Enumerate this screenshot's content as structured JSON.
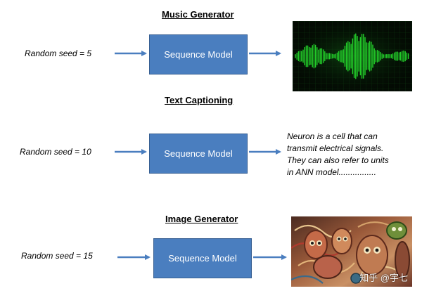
{
  "sections": [
    {
      "title": "Music Generator",
      "seed_label": "Random seed = 5",
      "model_label": "Sequence Model"
    },
    {
      "title": "Text Captioning",
      "seed_label": "Random seed = 10",
      "model_label": "Sequence Model"
    },
    {
      "title": "Image Generator",
      "seed_label": "Random seed = 15",
      "model_label": "Sequence Model"
    }
  ],
  "caption_lines": [
    "Neuron is a cell that can",
    "transmit electrical signals.",
    "They can also refer to units",
    "in ANN model................"
  ],
  "watermark": "知乎 @宇七",
  "colors": {
    "box_fill": "#4a7ebf",
    "arrow": "#4a7ebf",
    "waveform": "#23d12a"
  }
}
